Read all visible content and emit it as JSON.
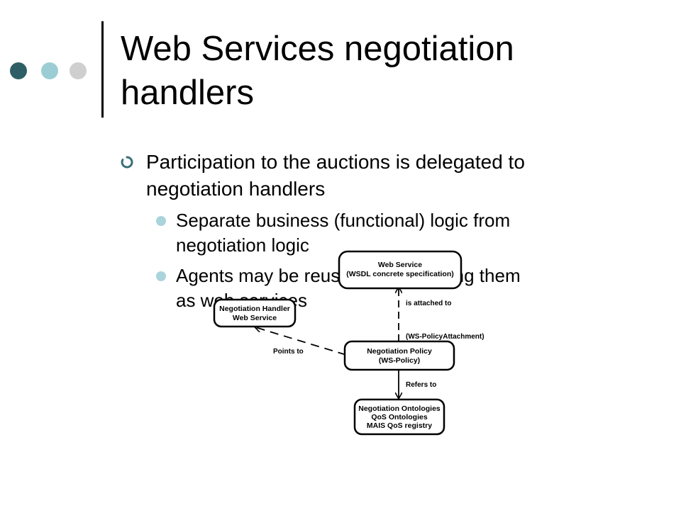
{
  "slide": {
    "title_line1": "Web Services negotiation",
    "title_line2": "handlers",
    "bullet": {
      "line1": "Participation to the auctions is delegated to",
      "line2": "negotiation handlers",
      "subs": [
        {
          "line1": "Separate business (functional) logic from",
          "line2": "negotiation logic"
        },
        {
          "line1": "Agents may be reused by describing them",
          "line2": "as web services"
        }
      ]
    }
  },
  "diagram": {
    "web_service": {
      "line1": "Web Service",
      "line2": "(WSDL concrete specification)"
    },
    "handler": {
      "line1": "Negotiation Handler",
      "line2": "Web Service"
    },
    "policy": {
      "line1": "Negotiation Policy",
      "line2": "(WS-Policy)"
    },
    "ontologies": {
      "line1": "Negotiation Ontologies",
      "line2": "QoS Ontologies",
      "line3": "MAIS QoS registry"
    },
    "labels": {
      "attached": "is attached to",
      "attachment": "(WS-PolicyAttachment)",
      "points": "Points to",
      "refers": "Refers to"
    }
  },
  "colors": {
    "dot_dark": "#2f5f66",
    "dot_light": "#9ccdd4",
    "dot_grey": "#cfcfcf",
    "sub_bullet": "#aad4db"
  }
}
